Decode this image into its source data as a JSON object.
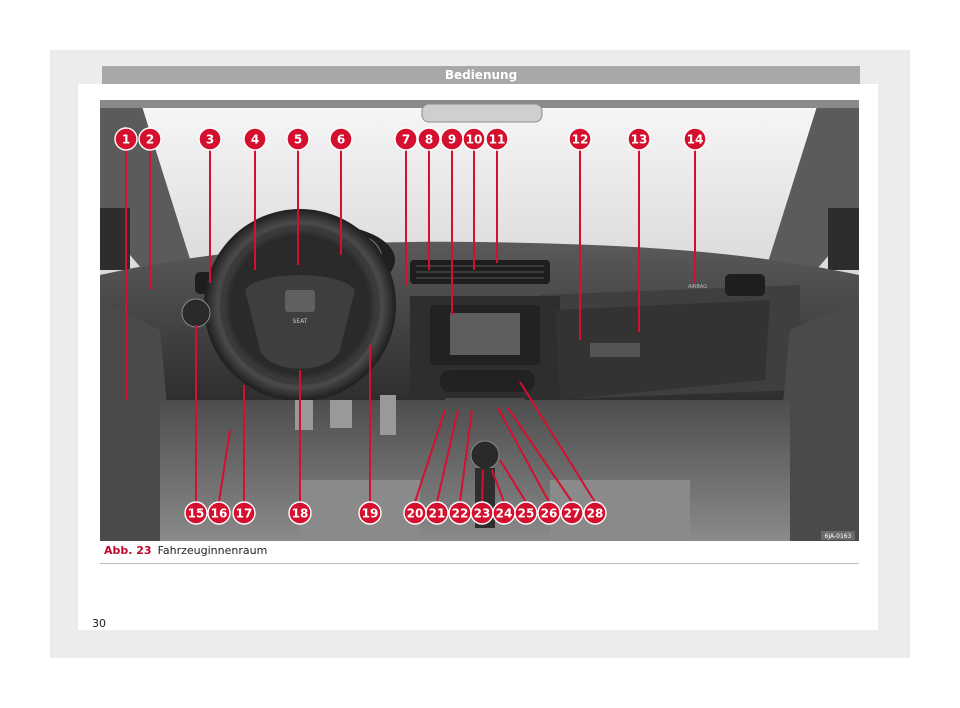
{
  "header": {
    "title": "Bedienung"
  },
  "figure": {
    "image_code": "6JA-0163",
    "callouts_top": [
      "1",
      "2",
      "3",
      "4",
      "5",
      "6",
      "7",
      "8",
      "9",
      "10",
      "11",
      "12",
      "13",
      "14"
    ],
    "callouts_bottom": [
      "15",
      "16",
      "17",
      "18",
      "19",
      "20",
      "21",
      "22",
      "23",
      "24",
      "25",
      "26",
      "27",
      "28"
    ],
    "logo_text": "SEAT",
    "airbag_label": "AIRBAG"
  },
  "caption": {
    "abb": "Abb. 23",
    "text": "Fahrzeuginnenraum"
  },
  "page_number": "30"
}
